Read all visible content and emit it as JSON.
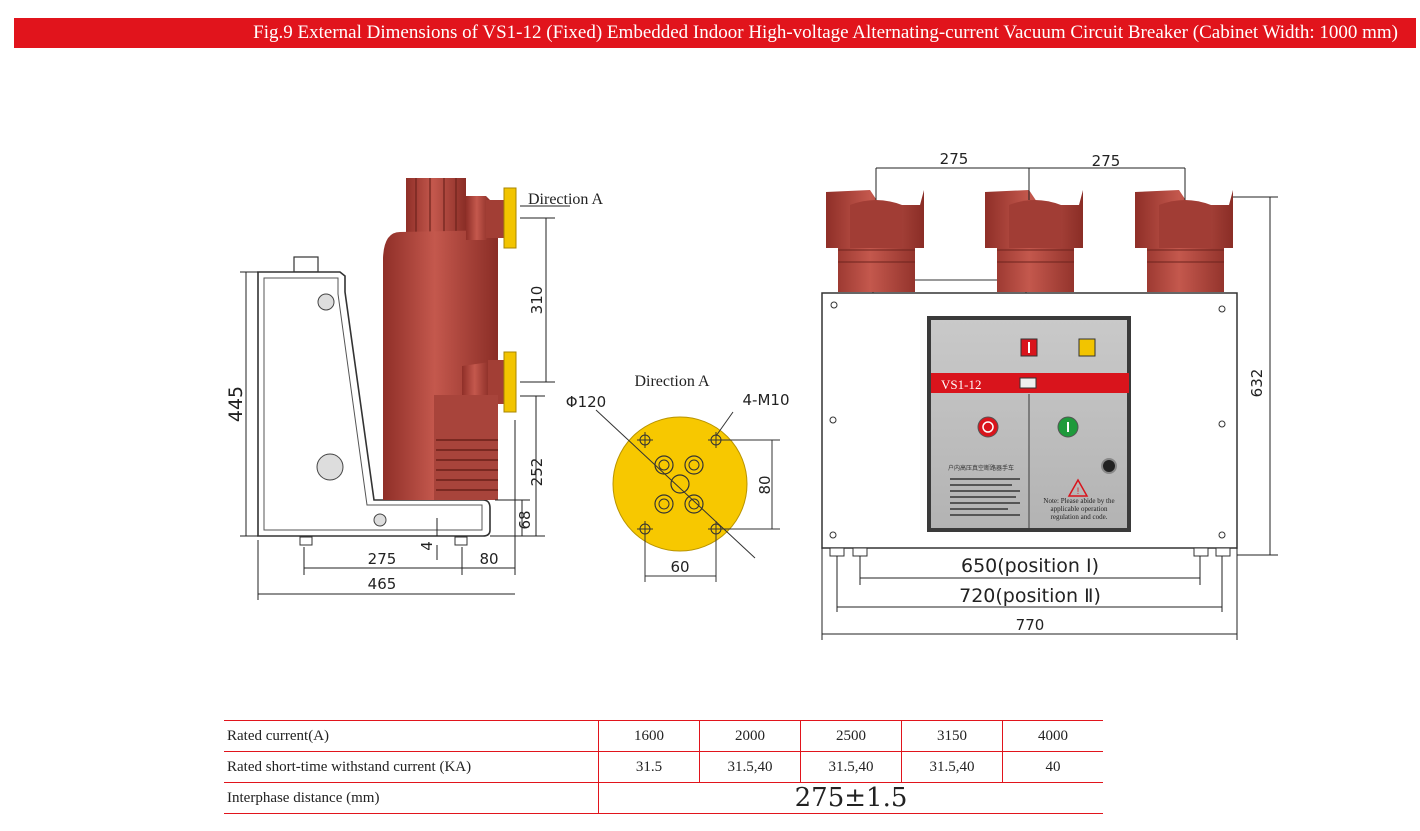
{
  "figure": {
    "title": "Fig.9 External Dimensions of VS1-12 (Fixed) Embedded Indoor High-voltage Alternating-current Vacuum Circuit Breaker (Cabinet Width: 1000 mm)"
  },
  "side_view": {
    "direction_label": "Direction A",
    "dims": {
      "d445": "445",
      "d310": "310",
      "d252": "252",
      "d68": "68",
      "d4": "4",
      "d275": "275",
      "d80": "80",
      "d465": "465"
    }
  },
  "direction_view": {
    "title": "Direction A",
    "phi": "Φ120",
    "bolts": "4-M10",
    "d80": "80",
    "d60": "60",
    "colors": {
      "face": "#f7c800"
    }
  },
  "front_view": {
    "dims": {
      "top1": "275",
      "top2": "275",
      "height": "632",
      "pos1": "650(position Ⅰ)",
      "pos2": "720(position Ⅱ)",
      "width": "770"
    },
    "panel": {
      "model": "VS1-12",
      "nameplate_title": "户内高压真空断路器手车",
      "note": [
        "Note: Please abide by the",
        "applicable operation",
        "regulation and code."
      ]
    },
    "colors": {
      "resin": "#b5483f",
      "band": "#d9141c"
    }
  },
  "spec_table": {
    "rows": [
      {
        "label": "Rated current(A)",
        "values": [
          "1600",
          "2000",
          "2500",
          "3150",
          "4000"
        ]
      },
      {
        "label": "Rated short-time withstand current (KA)",
        "values": [
          "31.5",
          "31.5,40",
          "31.5,40",
          "31.5,40",
          "40"
        ]
      }
    ],
    "interphase": {
      "label": "Interphase distance (mm)",
      "value": "275±1.5"
    }
  }
}
